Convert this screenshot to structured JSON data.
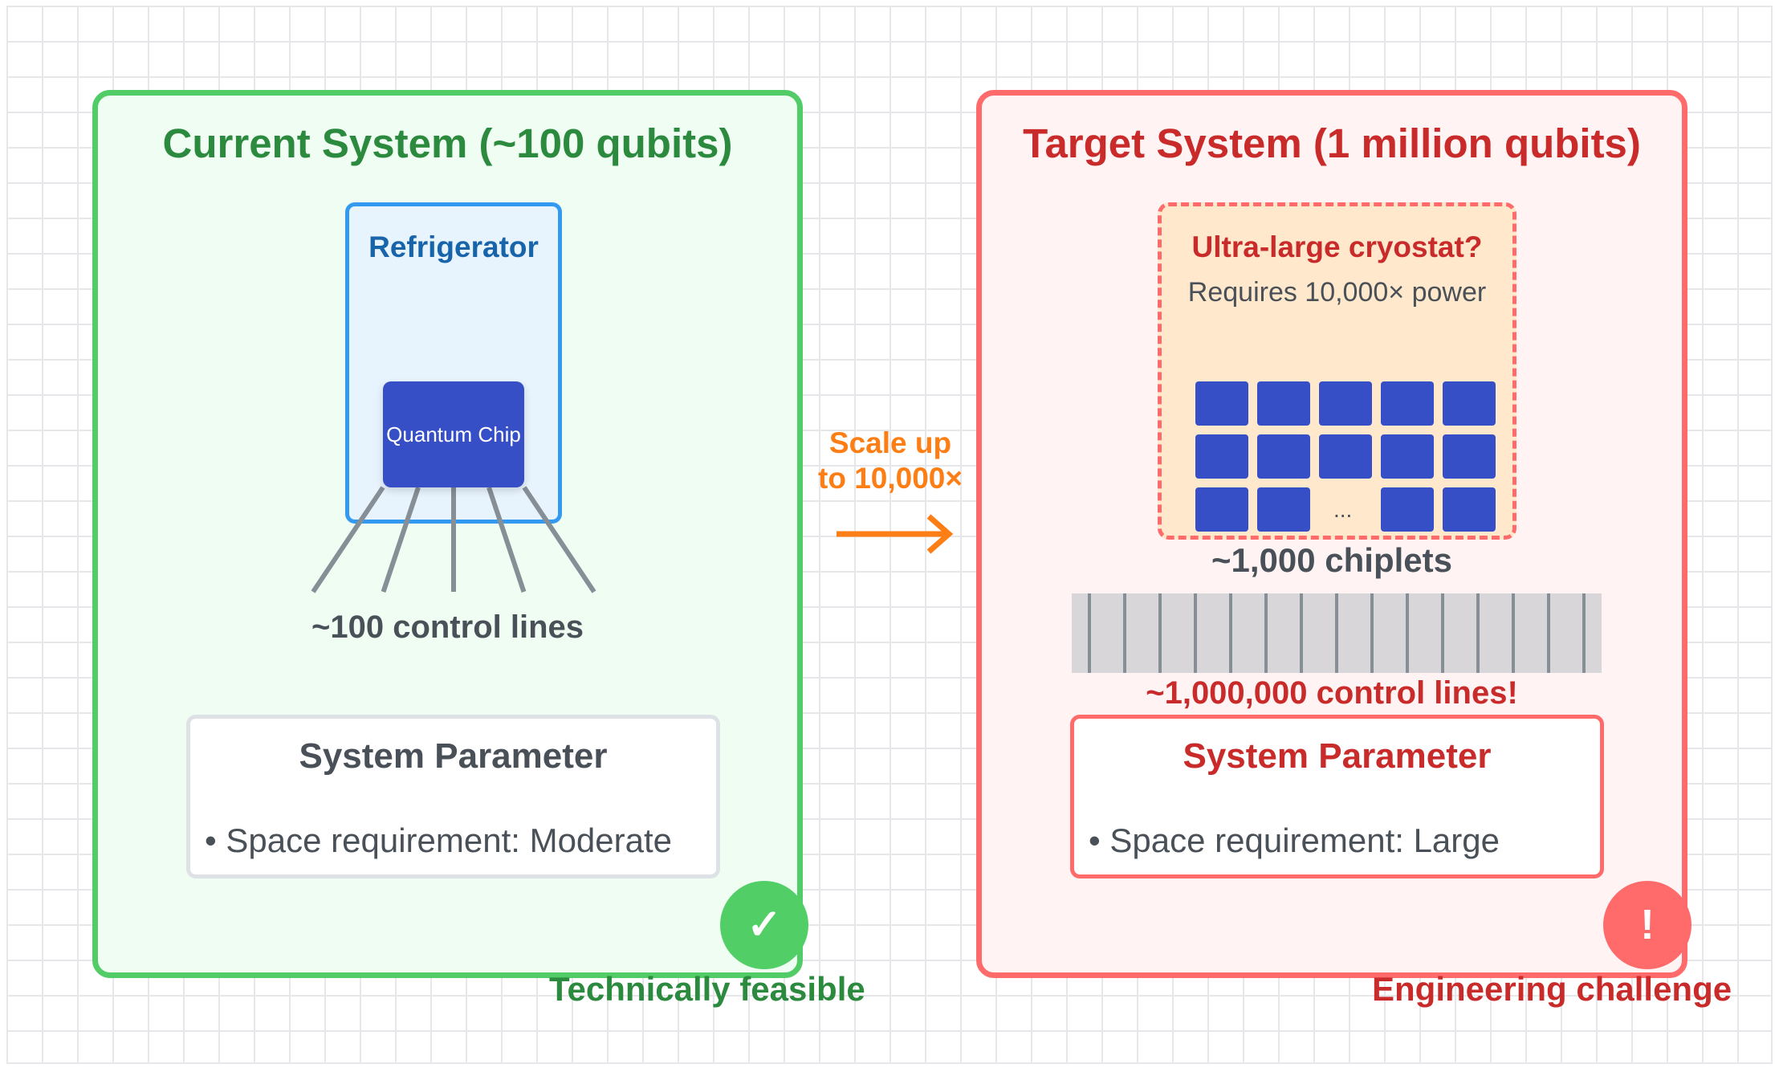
{
  "colors": {
    "green_border": "#52cc66",
    "green_text": "#2b8a3e",
    "red_border": "#ff6b6b",
    "red_text": "#c92a2a",
    "orange": "#fd7e14",
    "chip_blue": "#364fc7",
    "fridge_blue": "#339af0",
    "line_gray": "#868e96"
  },
  "current_system": {
    "title": "Current System (~100 qubits)",
    "refrigerator_label": "Refrigerator",
    "chip_label": "Quantum Chip",
    "control_lines_drawn": 5,
    "control_lines_label": "~100 control lines",
    "parameter": {
      "title": "System Parameter",
      "items": [
        "• Space requirement: Moderate"
      ]
    },
    "status_icon": "check-icon",
    "status_glyph": "✓",
    "status_label": "Technically feasible"
  },
  "transition": {
    "label_line1": "Scale up",
    "label_line2": "to 10,000×",
    "icon": "arrow-right-icon"
  },
  "target_system": {
    "title": "Target System (1 million qubits)",
    "cryostat_title": "Ultra-large cryostat?",
    "cryostat_subtitle": "Requires 10,000× power",
    "chiplet_grid": {
      "rows": 3,
      "cols": 5,
      "ellipsis_cell": [
        2,
        2
      ],
      "ellipsis_text": "..."
    },
    "chiplet_label": "~1,000 chiplets",
    "bundle_lines_drawn": 15,
    "control_lines_label": "~1,000,000 control lines!",
    "parameter": {
      "title": "System Parameter",
      "items": [
        "• Space requirement: Large"
      ]
    },
    "status_icon": "exclamation-icon",
    "status_glyph": "!",
    "status_label": "Engineering challenge"
  }
}
